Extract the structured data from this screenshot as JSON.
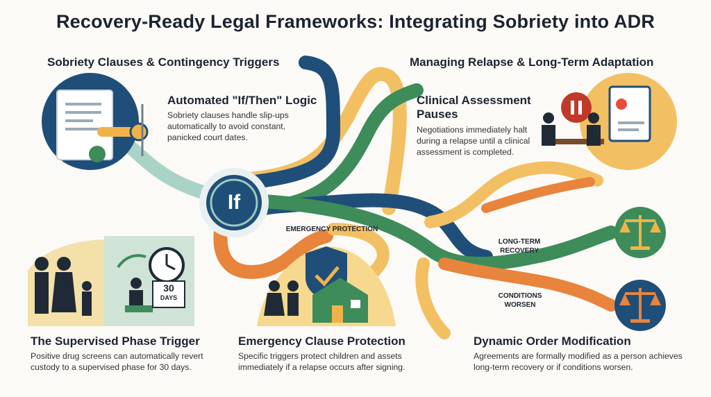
{
  "title": "Recovery-Ready Legal Frameworks: Integrating Sobriety into ADR",
  "sections": {
    "left": "Sobriety Clauses & Contingency Triggers",
    "right": "Managing Relapse & Long-Term Adaptation"
  },
  "hub": {
    "label": "If"
  },
  "cards": {
    "automated": {
      "heading": "Automated \"If/Then\" Logic",
      "body": "Sobriety clauses handle slip-ups automatically to avoid constant, panicked court dates."
    },
    "clinical": {
      "heading": "Clinical Assessment Pauses",
      "body": "Negotiations immediately halt during a relapse until a clinical assessment is completed."
    },
    "supervised": {
      "heading": "The Supervised Phase Trigger",
      "body": "Positive drug screens can automatically revert custody to a supervised phase for 30 days."
    },
    "emergency": {
      "heading": "Emergency Clause Protection",
      "body": "Specific triggers protect children and assets immediately if a relapse occurs after signing."
    },
    "dynamic": {
      "heading": "Dynamic Order Modification",
      "body": "Agreements are formally modified as a person achieves long-term recovery or if conditions worsen."
    }
  },
  "path_labels": {
    "emergency": "EMERGENCY PROTECTION",
    "long_term": "LONG-TERM RECOVERY",
    "conditions": "CONDITIONS WORSEN"
  },
  "calendar": {
    "number": "30",
    "unit": "DAYS"
  },
  "colors": {
    "navy": "#1f4e79",
    "green": "#3d8c5a",
    "orange": "#e8843c",
    "yellow": "#f0b34a",
    "teal": "#9cc9bd"
  }
}
